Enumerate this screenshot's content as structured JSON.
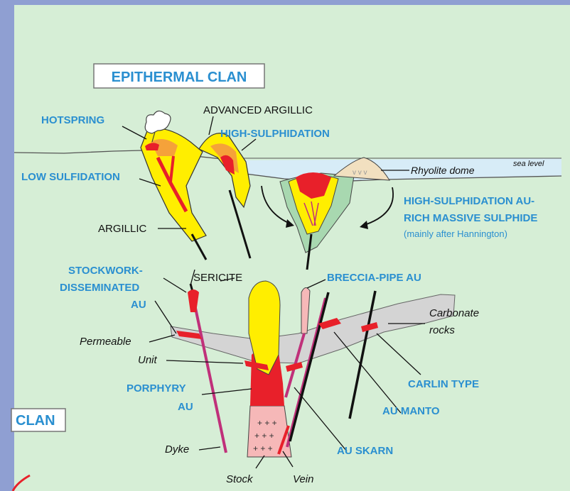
{
  "title": "EPITHERMAL CLAN",
  "side_title": "CLAN",
  "labels": {
    "hotspring": "HOTSPRING",
    "advanced_argillic": "ADVANCED ARGILLIC",
    "high_sulphidation": "HIGH-SULPHIDATION",
    "low_sulfidation": "LOW SULFIDATION",
    "argillic": "ARGILLIC",
    "sea_level": "sea level",
    "rhyolite_dome": "Rhyolite dome",
    "hs_au_1": "HIGH-SULPHIDATION AU-",
    "hs_au_2": "RICH MASSIVE SULPHIDE",
    "hs_au_3": "(mainly after Hannington)",
    "stockwork_1": "STOCKWORK-",
    "stockwork_2": "DISSEMINATED",
    "stockwork_3": "AU",
    "sericite": "SERICITE",
    "breccia_pipe": "BRECCIA-PIPE AU",
    "carbonate_1": "Carbonate",
    "carbonate_2": "rocks",
    "permeable": "Permeable",
    "unit": "Unit",
    "porphyry_1": "PORPHYRY",
    "porphyry_2": "AU",
    "carlin": "CARLIN TYPE",
    "au_manto": "AU MANTO",
    "au_skarn": "AU SKARN",
    "dyke": "Dyke",
    "stock": "Stock",
    "vein": "Vein"
  },
  "colors": {
    "frame": "#8f9fd2",
    "panel": "#d6eed6",
    "label_blue": "#2a8fd0",
    "yellow": "#ffee00",
    "red": "#e8202a",
    "orange": "#f5a23a",
    "sea": "#d7ecf7",
    "green": "#a8d8b0",
    "carbonate": "#d4d4d4",
    "stock_pink": "#f6b8b8",
    "magenta": "#c0307a"
  }
}
